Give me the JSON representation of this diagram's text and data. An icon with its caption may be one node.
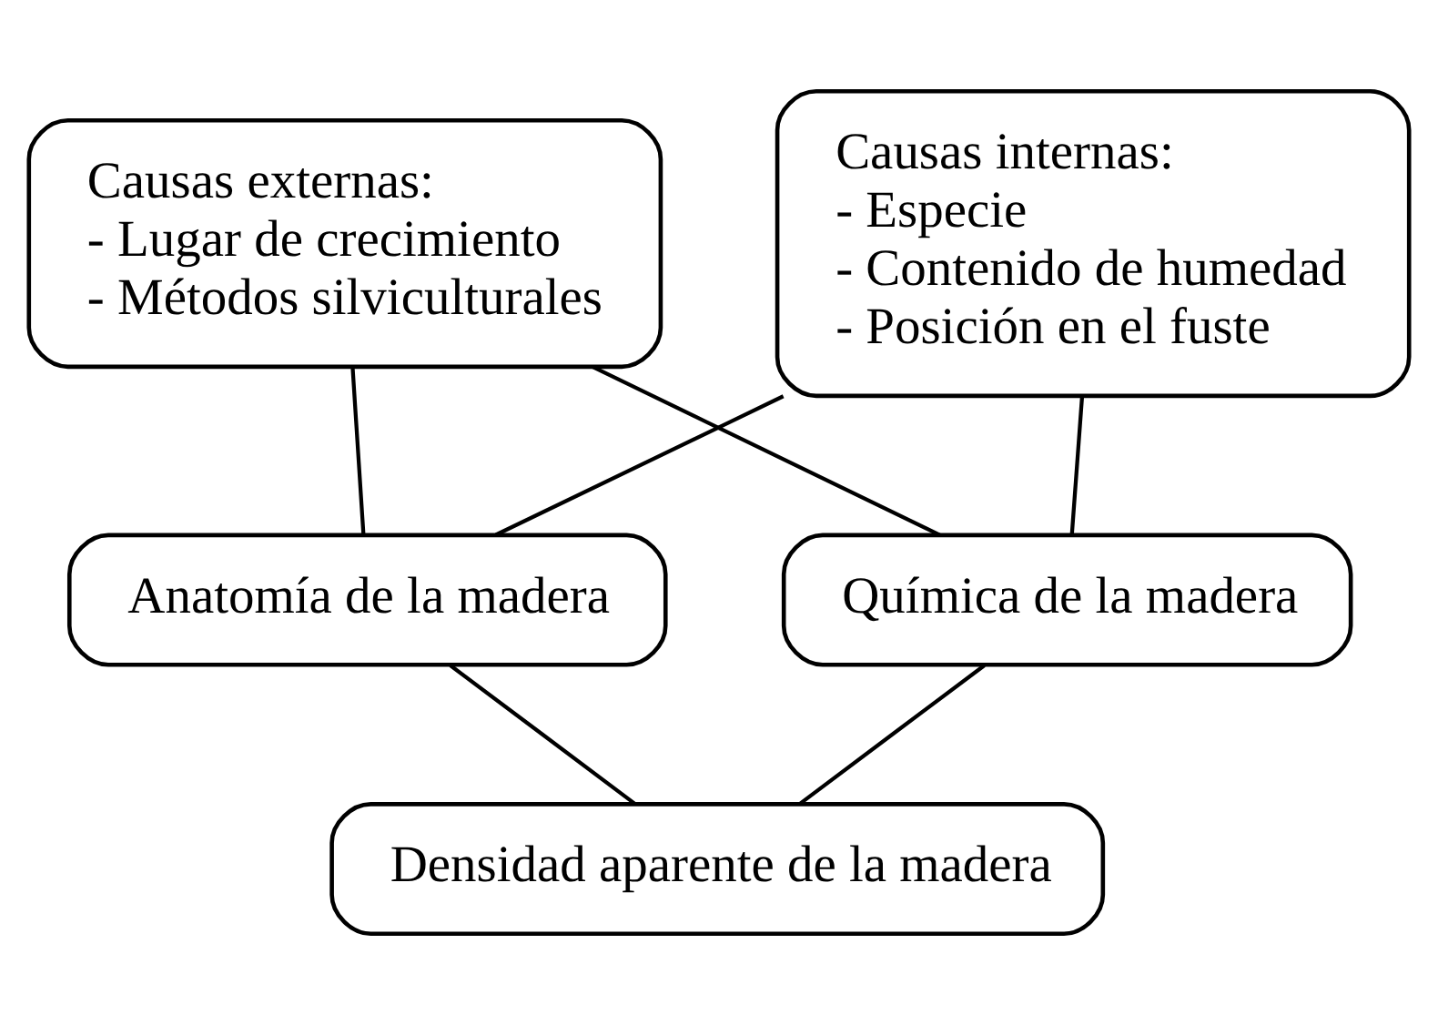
{
  "diagram": {
    "nodes": [
      {
        "text": [
          "Causas externas:",
          "- Lugar de crecimiento",
          "- Métodos silviculturales"
        ]
      },
      {
        "text": [
          "Causas internas:",
          "- Especie",
          "- Contenido de humedad",
          "- Posición en el fuste"
        ]
      },
      {
        "text": [
          "Anatomía de la madera"
        ]
      },
      {
        "text": [
          "Química de la madera"
        ]
      },
      {
        "text": [
          "Densidad aparente de la madera"
        ]
      }
    ],
    "edges": [
      {
        "from": 0,
        "to": 2,
        "arrow": "none"
      },
      {
        "from": 0,
        "to": 3,
        "arrow": "none"
      },
      {
        "from": 1,
        "to": 2,
        "arrow": "none"
      },
      {
        "from": 1,
        "to": 3,
        "arrow": "none"
      },
      {
        "from": 2,
        "to": 4,
        "arrow": "none"
      },
      {
        "from": 3,
        "to": 4,
        "arrow": "none"
      }
    ]
  }
}
